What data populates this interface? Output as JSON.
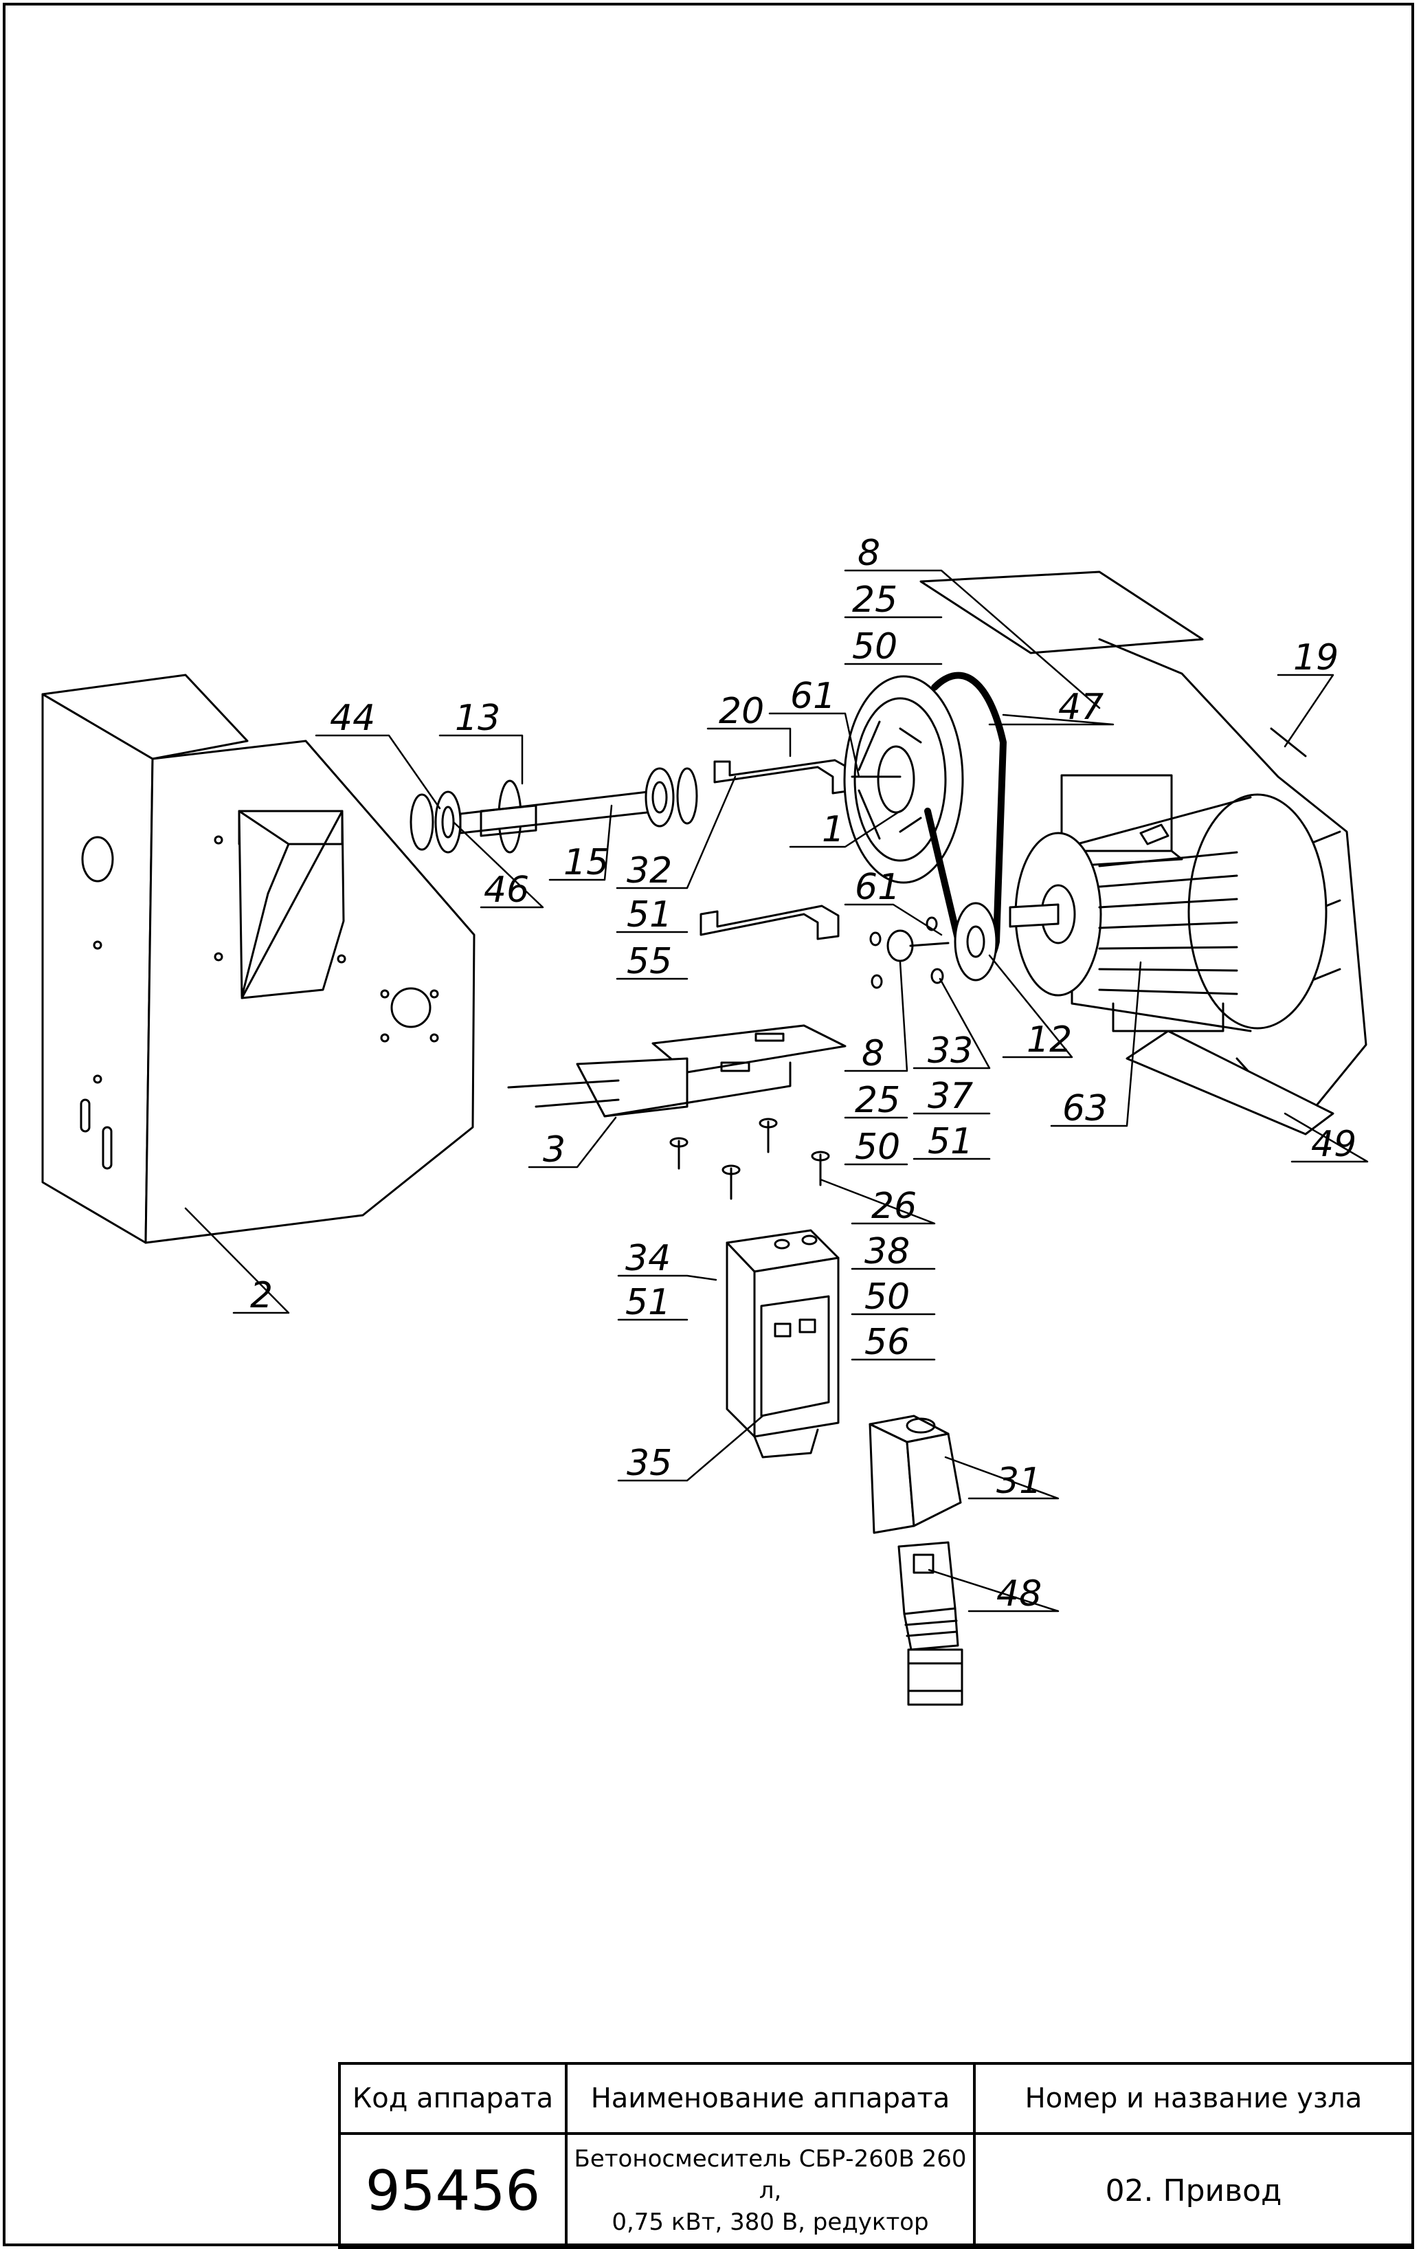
{
  "callouts": [
    {
      "id": "c-8a",
      "lines": [
        "8",
        "25",
        "50"
      ]
    },
    {
      "id": "c-19",
      "lines": [
        "19"
      ]
    },
    {
      "id": "c-44",
      "lines": [
        "44"
      ]
    },
    {
      "id": "c-13",
      "lines": [
        "13"
      ]
    },
    {
      "id": "c-20",
      "lines": [
        "20"
      ]
    },
    {
      "id": "c-61a",
      "lines": [
        "61"
      ]
    },
    {
      "id": "c-47",
      "lines": [
        "47"
      ]
    },
    {
      "id": "c-1",
      "lines": [
        "1"
      ]
    },
    {
      "id": "c-15",
      "lines": [
        "15"
      ]
    },
    {
      "id": "c-46",
      "lines": [
        "46"
      ]
    },
    {
      "id": "c-32",
      "lines": [
        "32",
        "51",
        "55"
      ]
    },
    {
      "id": "c-61b",
      "lines": [
        "61"
      ]
    },
    {
      "id": "c-12",
      "lines": [
        "12"
      ]
    },
    {
      "id": "c-63",
      "lines": [
        "63"
      ]
    },
    {
      "id": "c-49",
      "lines": [
        "49"
      ]
    },
    {
      "id": "c-8b",
      "lines": [
        "8",
        "25",
        "50"
      ]
    },
    {
      "id": "c-33",
      "lines": [
        "33",
        "37",
        "51"
      ]
    },
    {
      "id": "c-3",
      "lines": [
        "3"
      ]
    },
    {
      "id": "c-26",
      "lines": [
        "26",
        "38",
        "50",
        "56"
      ]
    },
    {
      "id": "c-34",
      "lines": [
        "34",
        "51"
      ]
    },
    {
      "id": "c-2",
      "lines": [
        "2"
      ]
    },
    {
      "id": "c-35",
      "lines": [
        "35"
      ]
    },
    {
      "id": "c-31",
      "lines": [
        "31"
      ]
    },
    {
      "id": "c-48",
      "lines": [
        "48"
      ]
    }
  ],
  "title_block": {
    "code_header": "Код аппарата",
    "name_header": "Наименование аппарата",
    "node_header": "Номер и название узла",
    "code_value": "95456",
    "name_line1": "Бетоносмеситель СБР-260В 260 л,",
    "name_line2": "0,75 кВт, 380 В, редуктор",
    "node_value": "02. Привод"
  }
}
